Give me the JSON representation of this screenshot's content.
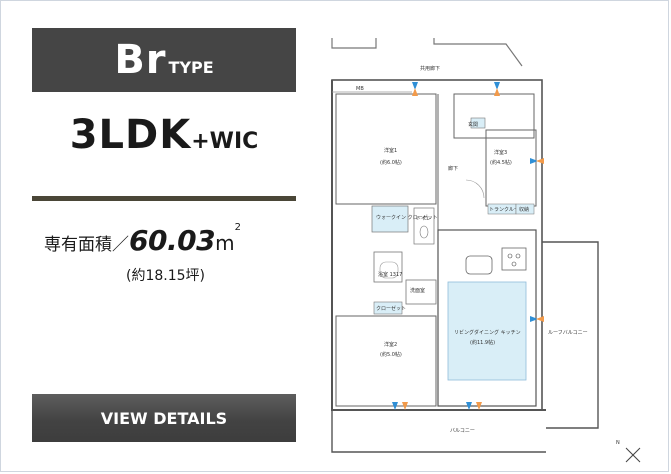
{
  "unit": {
    "type_main": "Br",
    "type_sub": "TYPE",
    "layout_main": "3LDK",
    "layout_sub": "+WIC",
    "area_label": "専有面積／",
    "area_value": "60.03",
    "area_unit": "m",
    "area_unit_sup": "2",
    "area_tsubo": "(約18.15坪)"
  },
  "actions": {
    "details_label": "VIEW DETAILS"
  },
  "floorplan": {
    "labels": {
      "corridor": "共用廊下",
      "mb": "MB",
      "entrance": "玄関",
      "bedroom1": "洋室1",
      "bedroom1_size": "(約6.0帖)",
      "bedroom2": "洋室2",
      "bedroom2_size": "(約5.0帖)",
      "bedroom3": "洋室3",
      "bedroom3_size": "(約4.5帖)",
      "hallway": "廊下",
      "wic": "ウォークイン\nクローゼット",
      "toilet": "トイレ",
      "bath": "浴室\n1317",
      "washroom": "洗面室",
      "closet": "クローゼット",
      "ldk": "リビングダイニング\nキッチン",
      "ldk_size": "(約11.9帖)",
      "roof_balcony": "ルーフバルコニー",
      "balcony": "バルコニー",
      "trunk_room": "トランクルーム",
      "storage": "収納"
    }
  },
  "colors": {
    "header_bg": "#454545",
    "rule": "#4a4637",
    "wall": "#555555",
    "ldk_fill": "#d9eef7",
    "closet_fill": "#d9eef7",
    "arrow_blue": "#2f8fd6",
    "arrow_orange": "#f29a4a"
  }
}
